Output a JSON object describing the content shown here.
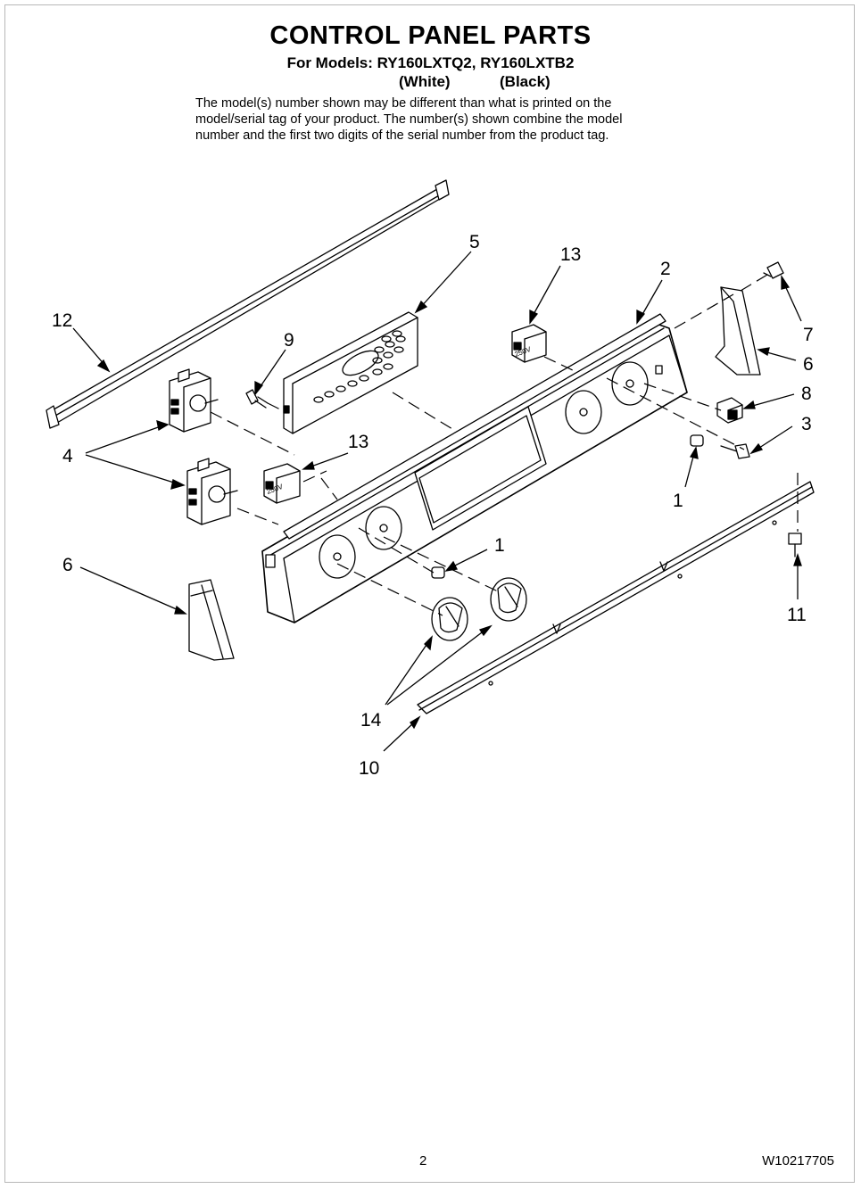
{
  "header": {
    "title": "CONTROL PANEL PARTS",
    "models": "For Models: RY160LXTQ2, RY160LXTB2",
    "color_white": "(White)",
    "color_black": "(Black)",
    "note_lines": [
      "The model(s) number shown may be different than what is printed on the",
      "model/serial tag of your product. The number(s) shown combine the model",
      "number and the first two digits of the serial number from the product tag."
    ]
  },
  "callouts": {
    "c5": "5",
    "c13_top": "13",
    "c2": "2",
    "c12": "12",
    "c9": "9",
    "c7": "7",
    "c6_right": "6",
    "c8": "8",
    "c3": "3",
    "c4": "4",
    "c13_mid": "13",
    "c1_right": "1",
    "c1_mid": "1",
    "c6_left": "6",
    "c11": "11",
    "c14": "14",
    "c10": "10"
  },
  "part_labels": {
    "switch_rating": "250V"
  },
  "footer": {
    "page_number": "2",
    "doc_number": "W10217705"
  }
}
